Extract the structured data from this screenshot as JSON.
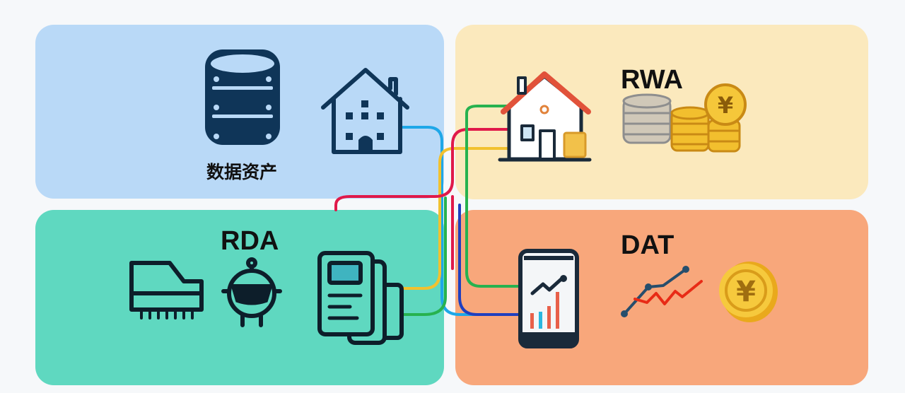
{
  "panels": {
    "data_assets": {
      "label": "数据资产",
      "color": "#b9d9f7"
    },
    "rwa": {
      "label": "RWA",
      "color": "#fbe9bd"
    },
    "rda": {
      "label": "RDA",
      "color": "#5fd8c0"
    },
    "dat": {
      "label": "DAT",
      "color": "#f8a77b"
    }
  },
  "connectors": {
    "colors": [
      "#1ea7e8",
      "#f2c12e",
      "#e0194a",
      "#27b24f",
      "#1f3fbf"
    ]
  },
  "icons": [
    "database-icon",
    "building-icon",
    "house-icon",
    "coin-stack-icon",
    "yen-coin-icon",
    "keyboard-icon",
    "robot-icon",
    "terminal-icon",
    "phone-chart-icon",
    "line-chart-icon"
  ]
}
